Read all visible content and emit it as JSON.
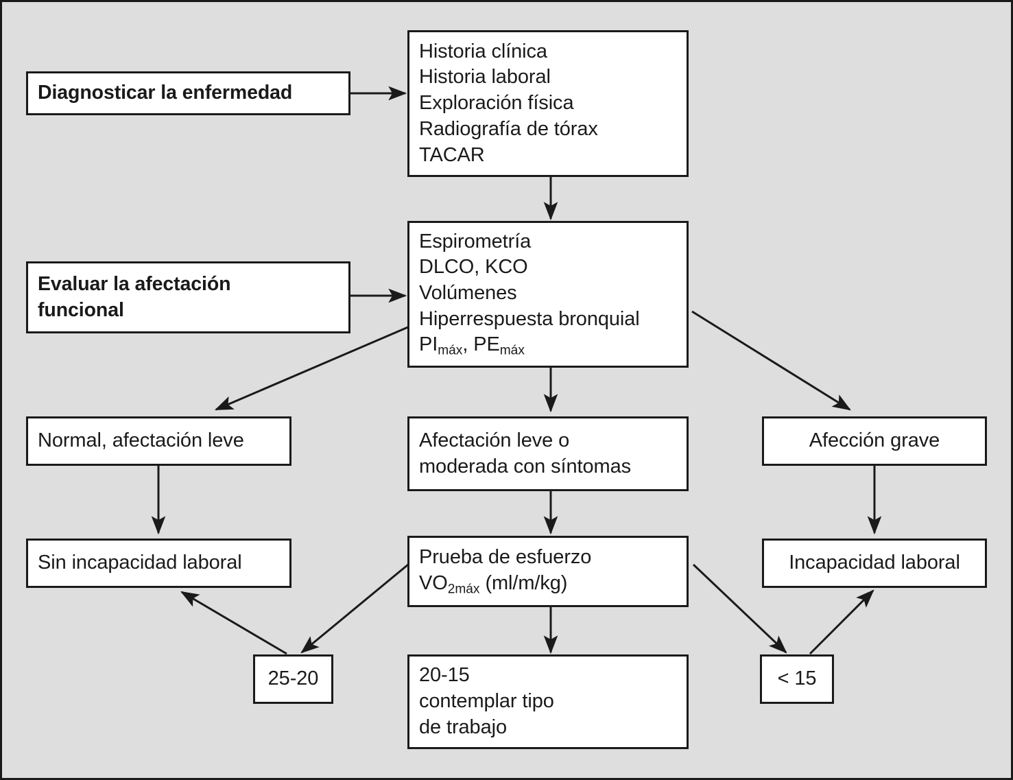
{
  "figure": {
    "background_color": "#dedede",
    "border_color": "#1a1a1a",
    "node_fill": "#ffffff",
    "text_color": "#1a1a1a"
  },
  "nodes": {
    "diagnosticar": {
      "label": "Diagnosticar la enfermedad"
    },
    "pruebas_diagnostico": {
      "lines": [
        "Historia clínica",
        "Historia laboral",
        "Exploración física",
        "Radiografía de tórax",
        "TACAR"
      ],
      "text": "Historia clínica\nHistoria laboral\nExploración física\nRadiografía de tórax\nTACAR"
    },
    "evaluar": {
      "label": "Evaluar la afectación\nfuncional"
    },
    "pruebas_funcionales": {
      "lines": [
        "Espirometría",
        "DLCO, KCO",
        "Volúmenes",
        "Hiperrespuesta bronquial",
        "PImáx, PEmáx"
      ],
      "text_plain": "Espirometría\nDLCO, KCO\nVolúmenes\nHiperrespuesta bronquial",
      "line5_a": "PI",
      "line5_a_sub": "máx",
      "line5_b": ", PE",
      "line5_b_sub": "máx"
    },
    "normal_leve": {
      "label": "Normal, afectación leve"
    },
    "leve_moderada": {
      "label": "Afectación leve o\nmoderada con síntomas"
    },
    "afeccion_grave": {
      "label": "Afección grave"
    },
    "sin_incapacidad": {
      "label": "Sin incapacidad laboral"
    },
    "prueba_esfuerzo": {
      "line1": "Prueba de esfuerzo",
      "line2_a": "VO",
      "line2_sub": "2máx",
      "line2_b": " (ml/m/kg)"
    },
    "incapacidad": {
      "label": "Incapacidad laboral"
    },
    "rango_25_20": {
      "label": "25-20"
    },
    "rango_20_15": {
      "label": "20-15\ncontemplar tipo\nde trabajo"
    },
    "rango_menor_15": {
      "label": "< 15"
    }
  },
  "edges": [
    {
      "from": "diagnosticar",
      "to": "pruebas_diagnostico",
      "kind": "arrow-right"
    },
    {
      "from": "pruebas_diagnostico",
      "to": "pruebas_funcionales",
      "kind": "arrow-down"
    },
    {
      "from": "evaluar",
      "to": "pruebas_funcionales",
      "kind": "arrow-right"
    },
    {
      "from": "pruebas_funcionales",
      "to": "normal_leve",
      "kind": "arrow-diagonal-down-left"
    },
    {
      "from": "pruebas_funcionales",
      "to": "leve_moderada",
      "kind": "arrow-down"
    },
    {
      "from": "pruebas_funcionales",
      "to": "afeccion_grave",
      "kind": "arrow-diagonal-down-right"
    },
    {
      "from": "normal_leve",
      "to": "sin_incapacidad",
      "kind": "arrow-down"
    },
    {
      "from": "leve_moderada",
      "to": "prueba_esfuerzo",
      "kind": "arrow-down"
    },
    {
      "from": "afeccion_grave",
      "to": "incapacidad",
      "kind": "arrow-down"
    },
    {
      "from": "prueba_esfuerzo",
      "to": "rango_25_20",
      "kind": "arrow-diagonal-down-left"
    },
    {
      "from": "rango_25_20",
      "to": "sin_incapacidad",
      "kind": "arrow-diagonal-up-left"
    },
    {
      "from": "prueba_esfuerzo",
      "to": "rango_20_15",
      "kind": "arrow-down"
    },
    {
      "from": "prueba_esfuerzo",
      "to": "rango_menor_15",
      "kind": "arrow-diagonal-down-right"
    },
    {
      "from": "rango_menor_15",
      "to": "incapacidad",
      "kind": "arrow-diagonal-up-right"
    }
  ]
}
